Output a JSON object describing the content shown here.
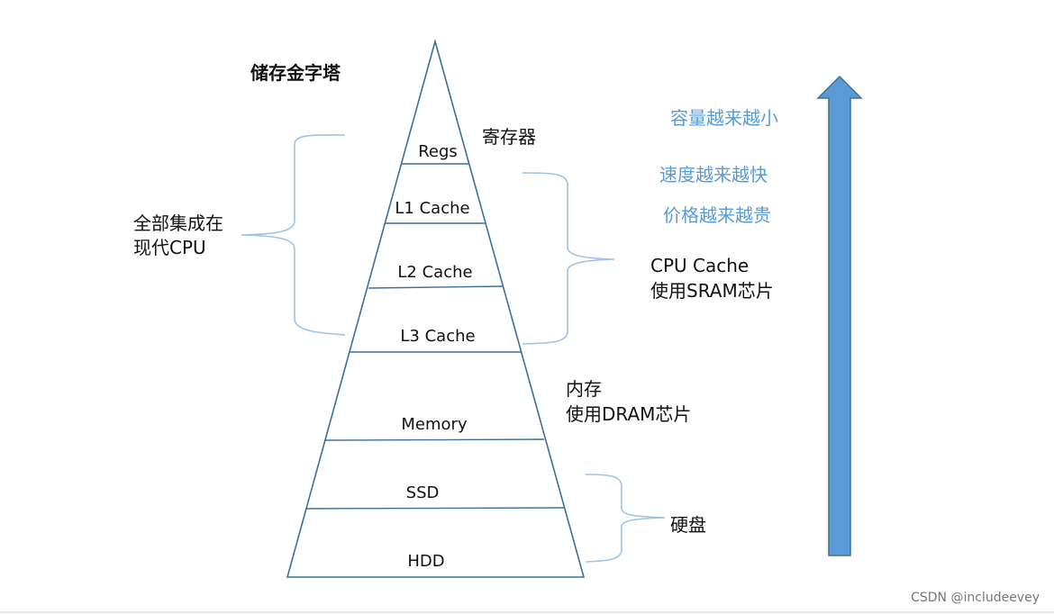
{
  "title": "储存金字塔",
  "layers": [
    "Regs",
    "L1 Cache",
    "L2 Cache",
    "L3 Cache",
    "Memory",
    "SSD",
    "HDD"
  ],
  "annotations": {
    "registers": "寄存器",
    "left_brace": [
      "全部集成在",
      "现代CPU"
    ],
    "cpu_cache": [
      "CPU Cache",
      "使用SRAM芯片"
    ],
    "memory": [
      "内存",
      "使用DRAM芯片"
    ],
    "disk": "硬盘"
  },
  "trend": [
    "容量越来越小",
    "速度越来越快",
    "价格越来越贵"
  ],
  "watermark": "CSDN @includeevey",
  "colors": {
    "arrow": "#5b9bd5",
    "arrow_stroke": "#41719c",
    "brace": "#9dc3e6",
    "trend_text": "#5b9bd5"
  }
}
